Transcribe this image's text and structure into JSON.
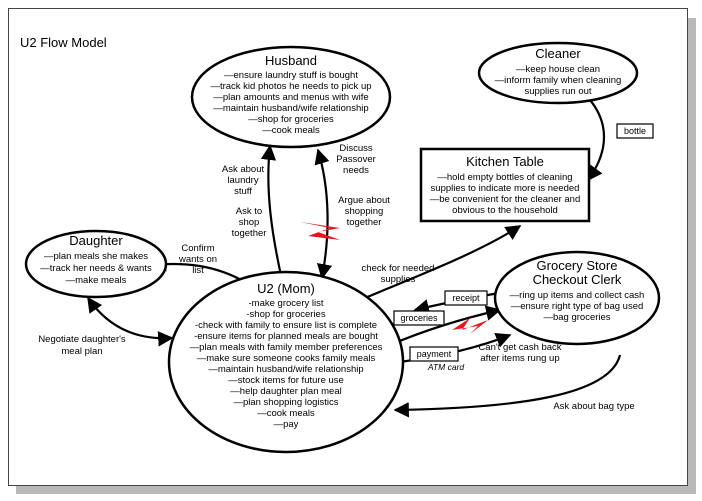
{
  "title": "U2 Flow Model",
  "nodes": {
    "husband": {
      "title": "Husband",
      "items": [
        "—ensure laundry stuff is bought",
        "—track kid photos he needs to pick up",
        "—plan amounts and menus with wife",
        "—maintain husband/wife relationship",
        "—shop for groceries",
        "—cook meals"
      ]
    },
    "cleaner": {
      "title": "Cleaner",
      "items": [
        "—keep house clean",
        "—inform family when cleaning",
        "supplies run out"
      ]
    },
    "kitchen": {
      "title": "Kitchen Table",
      "items": [
        "—hold empty bottles of cleaning",
        "supplies to indicate more is needed",
        "—be convenient for the cleaner and",
        "obvious to the household"
      ]
    },
    "daughter": {
      "title": "Daughter",
      "items": [
        "—plan meals she makes",
        "—track her needs & wants",
        "—make meals"
      ]
    },
    "mom": {
      "title": "U2 (Mom)",
      "items": [
        "-make grocery list",
        "-shop for groceries",
        "-check with family to ensure list is complete",
        "-ensure items for planned meals are bought",
        "—plan meals with family member preferences",
        "—make sure someone cooks family meals",
        "—maintain husband/wife relationship",
        "—stock items for future use",
        "—help daughter plan meal",
        "—plan shopping logistics",
        "—cook meals",
        "—pay"
      ]
    },
    "grocery": {
      "title_line1": "Grocery Store",
      "title_line2": "Checkout Clerk",
      "items": [
        "—ring up items and collect cash",
        "—ensure right type of bag used",
        "—bag groceries"
      ]
    }
  },
  "flow_labels": {
    "ask_laundry": [
      "Ask about",
      "laundry",
      "stuff"
    ],
    "ask_shop": [
      "Ask to",
      "shop",
      "together"
    ],
    "discuss_passover": [
      "Discuss",
      "Passover",
      "needs"
    ],
    "argue_shopping": [
      "Argue about",
      "shopping",
      "together"
    ],
    "confirm_wants": [
      "Confirm",
      "wants on",
      "list"
    ],
    "negotiate": [
      "Negotiate daughter's",
      "meal plan"
    ],
    "check_supplies": [
      "check for needed",
      "supplies"
    ],
    "cash_back": [
      "Can't get cash back",
      "after items rung up"
    ],
    "ask_bag": "Ask about bag type",
    "atm_card": "ATM card"
  },
  "artifacts": {
    "bottle": "bottle",
    "receipt": "receipt",
    "groceries": "groceries",
    "payment": "payment"
  },
  "colors": {
    "breakdown": "#e8141c",
    "line": "#000000",
    "shadow": "#b9b9b9"
  }
}
